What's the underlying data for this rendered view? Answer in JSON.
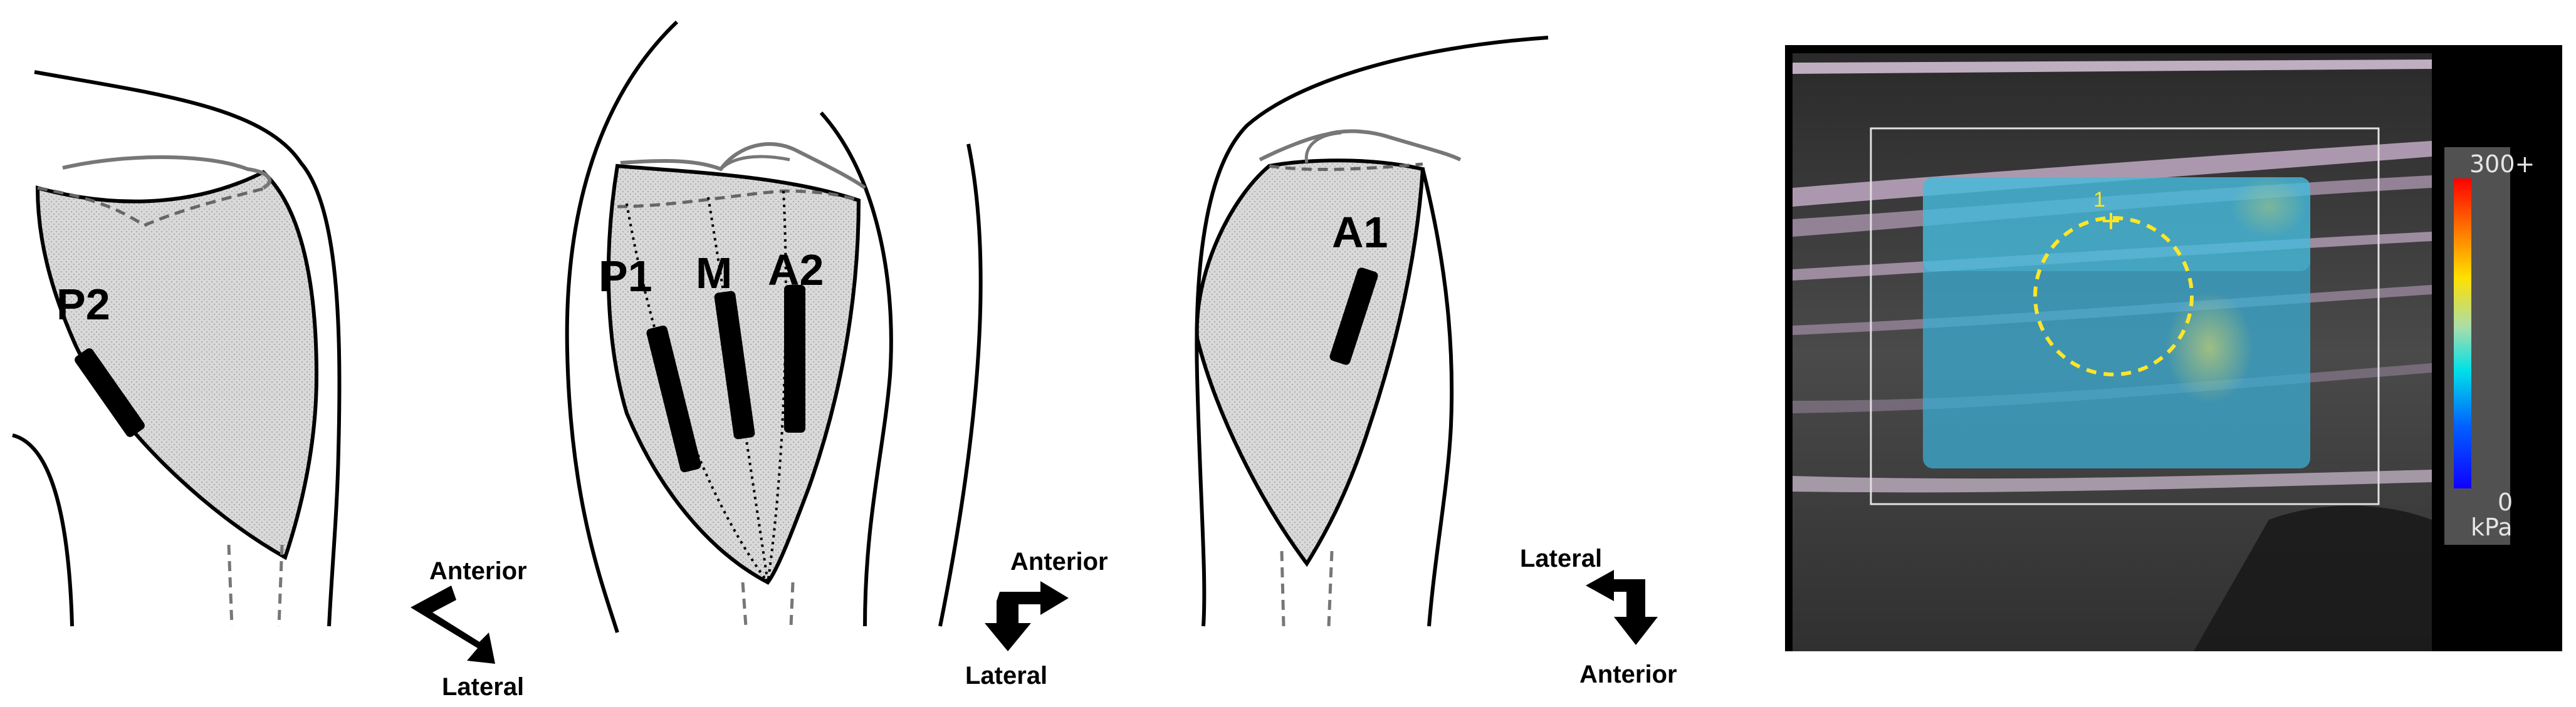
{
  "panels": [
    {
      "segments": [
        "P2"
      ],
      "arrow": {
        "label_a": "Anterior",
        "label_b": "Lateral"
      }
    },
    {
      "segments": [
        "P1",
        "M",
        "A2"
      ],
      "arrow": {
        "label_a": "Anterior",
        "label_b": "Lateral"
      }
    },
    {
      "segments": [
        "A1"
      ],
      "arrow": {
        "label_a": "Lateral",
        "label_b": "Anterior"
      }
    }
  ],
  "elastography": {
    "scale_max": "300+",
    "scale_min": "0",
    "unit": "kPa",
    "roi_marker": "1",
    "colors": {
      "high": "#ff0000",
      "mid_high": "#ffd700",
      "mid": "#00d8e8",
      "low": "#1000ff",
      "roi": "#ffe628"
    }
  }
}
